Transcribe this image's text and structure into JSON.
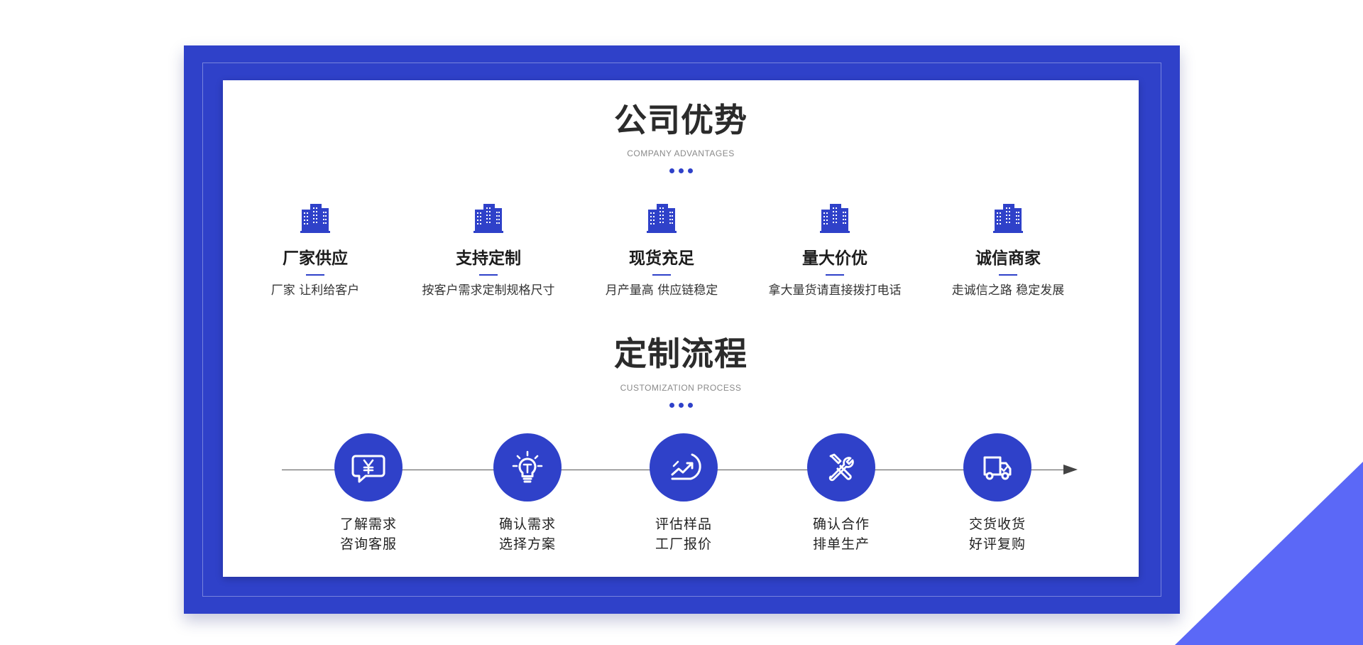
{
  "advantages": {
    "title": "公司优势",
    "subtitle": "COMPANY ADVANTAGES",
    "items": [
      {
        "title": "厂家供应",
        "desc": "厂家 让利给客户",
        "icon": "building-icon"
      },
      {
        "title": "支持定制",
        "desc": "按客户需求定制规格尺寸",
        "icon": "building-icon"
      },
      {
        "title": "现货充足",
        "desc": "月产量高 供应链稳定",
        "icon": "building-icon"
      },
      {
        "title": "量大价优",
        "desc": "拿大量货请直接拨打电话",
        "icon": "building-icon"
      },
      {
        "title": "诚信商家",
        "desc": "走诚信之路 稳定发展",
        "icon": "building-icon"
      }
    ]
  },
  "process": {
    "title": "定制流程",
    "subtitle": "CUSTOMIZATION PROCESS",
    "steps": [
      {
        "line1": "了解需求",
        "line2": "咨询客服",
        "icon": "yuan-chat-icon"
      },
      {
        "line1": "确认需求",
        "line2": "选择方案",
        "icon": "lightbulb-icon"
      },
      {
        "line1": "评估样品",
        "line2": "工厂报价",
        "icon": "growth-chart-icon"
      },
      {
        "line1": "确认合作",
        "line2": "排单生产",
        "icon": "tools-icon"
      },
      {
        "line1": "交货收货",
        "line2": "好评复购",
        "icon": "delivery-truck-icon"
      }
    ]
  },
  "colors": {
    "primary": "#2f41c9",
    "accent_triangle": "#5b68f7",
    "text_dark": "#1c1c1c"
  }
}
